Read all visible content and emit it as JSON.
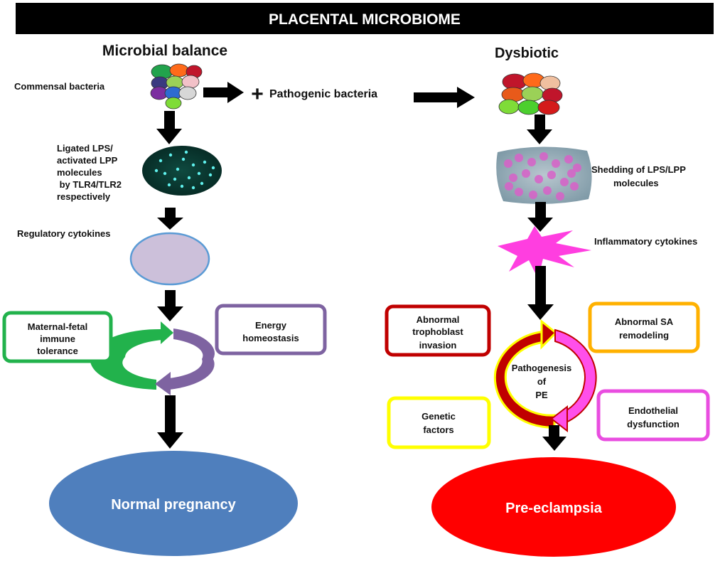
{
  "banner": {
    "title": "PLACENTAL MICROBIOME"
  },
  "left": {
    "heading": "Microbial balance",
    "commensal": "Commensal bacteria",
    "ligated": [
      "Ligated LPS/",
      "activated LPP",
      "molecules",
      " by TLR4/TLR2",
      "respectively"
    ],
    "regulatory": "Regulatory cytokines",
    "tolerance": [
      "Maternal-fetal",
      "immune",
      "tolerance"
    ],
    "energy": [
      "Energy",
      "homeostasis"
    ],
    "outcome": "Normal pregnancy"
  },
  "middle": {
    "plus": "+",
    "pathogenic": "Pathogenic bacteria"
  },
  "right": {
    "heading": "Dysbiotic",
    "shedding": [
      "Shedding of LPS/LPP",
      "molecules"
    ],
    "inflammatory": "Inflammatory cytokines",
    "trophoblast": [
      "Abnormal",
      "trophoblast",
      "invasion"
    ],
    "sa": [
      "Abnormal SA",
      "remodeling"
    ],
    "pathogenesis": [
      "Pathogenesis",
      "of",
      "PE"
    ],
    "genetic": [
      "Genetic",
      "factors"
    ],
    "endothelial": [
      "Endothelial",
      "dysfunction"
    ],
    "outcome": "Pre-eclampsia"
  },
  "colors": {
    "banner": "#000000",
    "green": "#22b24c",
    "purple": "#7e63a1",
    "darkred": "#c00000",
    "orange": "#ffb100",
    "yellow": "#ffff00",
    "magenta": "#e94de0",
    "blue_ellipse": "#4f7fbd",
    "red_ellipse": "#ff0000",
    "lavender": "#ccc0da"
  }
}
